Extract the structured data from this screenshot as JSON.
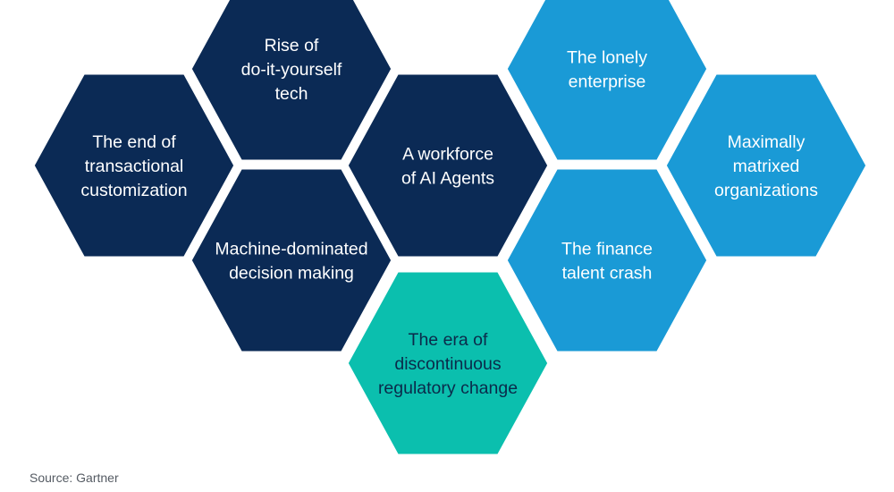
{
  "colors": {
    "navy": "#0b2a55",
    "blue": "#1a9ad6",
    "teal": "#0bbfae"
  },
  "hexagons": [
    {
      "id": "rise-diy",
      "lines": [
        "Rise of",
        "do-it-yourself",
        "tech"
      ],
      "color": "navy"
    },
    {
      "id": "end-transactional",
      "lines": [
        "The end of",
        "transactional",
        "customization"
      ],
      "color": "navy"
    },
    {
      "id": "ai-workforce",
      "lines": [
        "A workforce",
        "of AI Agents"
      ],
      "color": "navy"
    },
    {
      "id": "machine-decision",
      "lines": [
        "Machine-dominated",
        "decision making"
      ],
      "color": "navy"
    },
    {
      "id": "lonely-enterprise",
      "lines": [
        "The lonely",
        "enterprise"
      ],
      "color": "blue"
    },
    {
      "id": "matrixed-orgs",
      "lines": [
        "Maximally",
        "matrixed",
        "organizations"
      ],
      "color": "blue"
    },
    {
      "id": "finance-talent",
      "lines": [
        "The finance",
        "talent crash"
      ],
      "color": "blue"
    },
    {
      "id": "regulatory-change",
      "lines": [
        "The era of",
        "discontinuous",
        "regulatory change"
      ],
      "color": "teal"
    }
  ],
  "source": "Source: Gartner"
}
